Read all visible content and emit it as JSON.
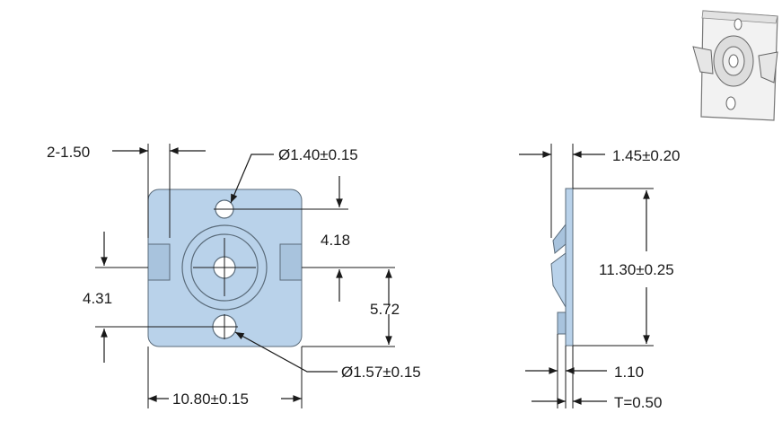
{
  "drawing": {
    "front_view": {
      "slot_width_label": "2-1.50",
      "hole_top_label": "Ø1.40±0.15",
      "dim_4_18_label": "4.18",
      "dim_4_31_label": "4.31",
      "dim_5_72_label": "5.72",
      "hole_bottom_label": "Ø1.57±0.15",
      "width_label": "10.80±0.15"
    },
    "side_view": {
      "top_thickness_label": "1.45±0.20",
      "height_label": "11.30±0.25",
      "base_thickness_label": "1.10",
      "thickness_label": "T=0.50"
    },
    "colors": {
      "part_fill": "#b9d2ea",
      "line": "#1a1a1a"
    }
  }
}
